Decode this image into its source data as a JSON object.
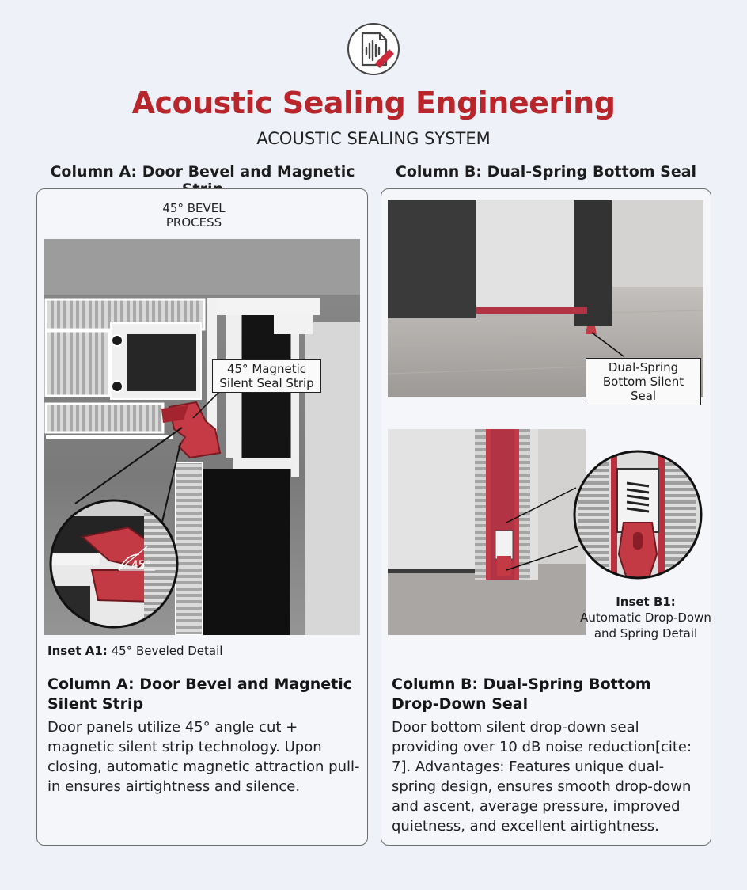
{
  "header": {
    "logo_icon": "sound-wave-document-icon",
    "title": "Acoustic Sealing Engineering",
    "subtitle": "ACOUSTIC SEALING SYSTEM"
  },
  "column_a": {
    "heading": "Column A: Door Bevel and Magnetic Strip",
    "bevel_label": "45° BEVEL PROCESS",
    "callout": "45° Magnetic Silent Seal Strip",
    "inset_angle": "45°",
    "inset_caption_label": "Inset A1:",
    "inset_caption_text": "45° Beveled Detail",
    "section_title": "Column A: Door Bevel and Magnetic Silent Strip",
    "section_body": "Door panels utilize 45° angle cut + magnetic silent strip technology. Upon closing, automatic magnetic attraction pull-in ensures airtightness and silence."
  },
  "column_b": {
    "heading": "Column B: Dual-Spring Bottom Seal",
    "callout": "Dual-Spring Bottom Silent Seal",
    "inset_caption_label": "Inset B1:",
    "inset_caption_text": "Automatic Drop-Down and Spring Detail",
    "section_title": "Column B: Dual-Spring Bottom Drop-Down Seal",
    "section_body": "Door bottom silent drop-down seal providing over 10 dB noise reduction[cite: 7]. Advantages: Features unique dual-spring design, ensures smooth drop-down and ascent, average pressure, improved quietness, and excellent airtightness."
  },
  "colors": {
    "accent": "#b8252a",
    "seal_red": "#c83a45",
    "panel_border": "#6d6d6d"
  }
}
